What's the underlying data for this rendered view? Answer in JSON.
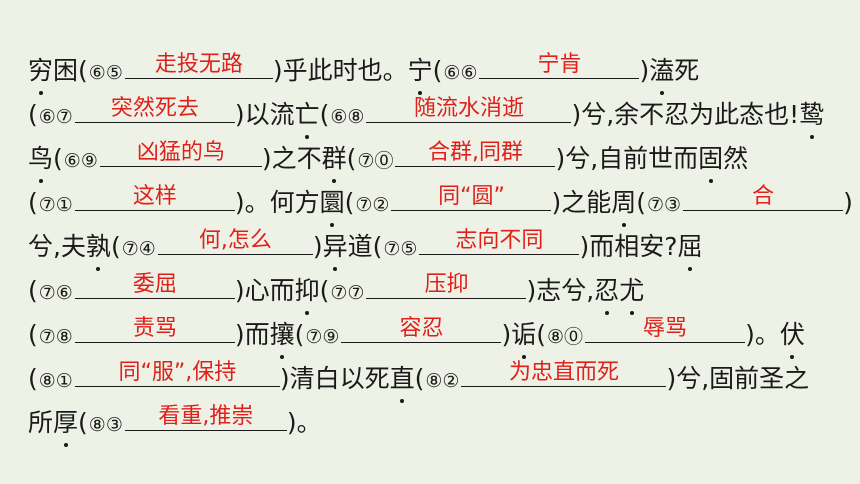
{
  "rows": [
    [
      {
        "t": "穷",
        "dot": true
      },
      {
        "t": "困("
      },
      {
        "n": "⑥⑤"
      },
      {
        "b": "走投无路",
        "w": 148
      },
      {
        "t": ")乎此时也。"
      },
      {
        "t": "宁",
        "dot": true
      },
      {
        "t": "("
      },
      {
        "n": "⑥⑥"
      },
      {
        "b": "宁肯",
        "w": 160
      },
      {
        "t": ")"
      },
      {
        "t": "溘",
        "dot": true
      },
      {
        "t": "死"
      }
    ],
    [
      {
        "t": "("
      },
      {
        "n": "⑥⑦"
      },
      {
        "b": "突然死去",
        "w": 160
      },
      {
        "t": ")以流"
      },
      {
        "t": "亡",
        "dot": true
      },
      {
        "t": "("
      },
      {
        "n": "⑥⑧"
      },
      {
        "b": "随流水消逝",
        "w": 205
      },
      {
        "t": ")兮,余不忍为此态也!"
      },
      {
        "t": "鸷",
        "dot": true
      }
    ],
    [
      {
        "t": "鸟",
        "dot": true
      },
      {
        "t": "("
      },
      {
        "n": "⑥⑨"
      },
      {
        "b": "凶猛的鸟",
        "w": 162
      },
      {
        "t": ")之不"
      },
      {
        "t": "群",
        "dot": true
      },
      {
        "t": "("
      },
      {
        "n": "⑦⓪"
      },
      {
        "b": "合群,同群",
        "w": 160
      },
      {
        "t": ")兮,自前世而"
      },
      {
        "t": "固",
        "dot": true
      },
      {
        "t": "然"
      }
    ],
    [
      {
        "t": "("
      },
      {
        "n": "⑦①"
      },
      {
        "b": "这样",
        "w": 160
      },
      {
        "t": ")。何方"
      },
      {
        "t": "圜",
        "dot": true
      },
      {
        "t": "("
      },
      {
        "n": "⑦②"
      },
      {
        "b": "同“圆”",
        "w": 160
      },
      {
        "t": ")之能"
      },
      {
        "t": "周",
        "dot": true
      },
      {
        "t": "("
      },
      {
        "n": "⑦③"
      },
      {
        "b": "合",
        "w": 160
      },
      {
        "t": ")"
      }
    ],
    [
      {
        "t": "兮,夫"
      },
      {
        "t": "孰",
        "dot": true
      },
      {
        "t": "("
      },
      {
        "n": "⑦④"
      },
      {
        "b": "何,怎么",
        "w": 155
      },
      {
        "t": ")"
      },
      {
        "t": "异",
        "dot": true
      },
      {
        "t": "道("
      },
      {
        "n": "⑦⑤"
      },
      {
        "b": "志向不同",
        "w": 160
      },
      {
        "t": ")而相安?"
      },
      {
        "t": "屈",
        "dot": true
      }
    ],
    [
      {
        "t": "("
      },
      {
        "n": "⑦⑥"
      },
      {
        "b": "委屈",
        "w": 160
      },
      {
        "t": ")心而"
      },
      {
        "t": "抑",
        "dot": true
      },
      {
        "t": "("
      },
      {
        "n": "⑦⑦"
      },
      {
        "b": "压抑",
        "w": 160
      },
      {
        "t": ")志兮,"
      },
      {
        "t": "忍",
        "dot": true
      },
      {
        "t": "尤",
        "dot": true
      }
    ],
    [
      {
        "t": "("
      },
      {
        "n": "⑦⑧"
      },
      {
        "b": "责骂",
        "w": 160
      },
      {
        "t": ")而"
      },
      {
        "t": "攘",
        "dot": true
      },
      {
        "t": "("
      },
      {
        "n": "⑦⑨"
      },
      {
        "b": "容忍",
        "w": 160
      },
      {
        "t": ")"
      },
      {
        "t": "诟",
        "dot": true
      },
      {
        "t": "("
      },
      {
        "n": "⑧⓪"
      },
      {
        "b": "辱骂",
        "w": 160
      },
      {
        "t": ")。"
      },
      {
        "t": "伏",
        "dot": true
      }
    ],
    [
      {
        "t": "("
      },
      {
        "n": "⑧①"
      },
      {
        "b": "同“服”,保持",
        "w": 205
      },
      {
        "t": ")清白以死"
      },
      {
        "t": "直",
        "dot": true
      },
      {
        "t": "("
      },
      {
        "n": "⑧②"
      },
      {
        "b": "为忠直而死",
        "w": 205
      },
      {
        "t": ")兮,固前圣之"
      }
    ],
    [
      {
        "t": "所"
      },
      {
        "t": "厚",
        "dot": true
      },
      {
        "t": "("
      },
      {
        "n": "⑧③"
      },
      {
        "b": "看重,推崇",
        "w": 162
      },
      {
        "t": ")。"
      }
    ]
  ],
  "colors": {
    "background": "#eef2e6",
    "text": "#1a1a1a",
    "answer": "#e0201b"
  }
}
